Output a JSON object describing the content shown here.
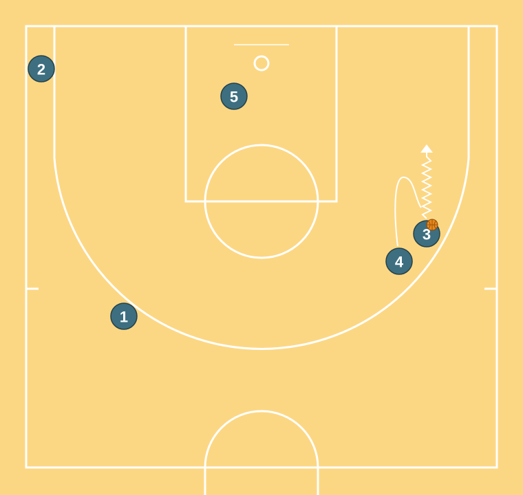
{
  "court": {
    "background_color": "#fcd783",
    "line_color": "#ffffff"
  },
  "player_color": "#3d6f80",
  "ball_color": "#e8891c",
  "players": [
    {
      "label": "1"
    },
    {
      "label": "2"
    },
    {
      "label": "3"
    },
    {
      "label": "4"
    },
    {
      "label": "5"
    }
  ],
  "actions": [
    {
      "type": "screen",
      "from": "4",
      "to": "3"
    },
    {
      "type": "dribble",
      "player": "3"
    }
  ]
}
